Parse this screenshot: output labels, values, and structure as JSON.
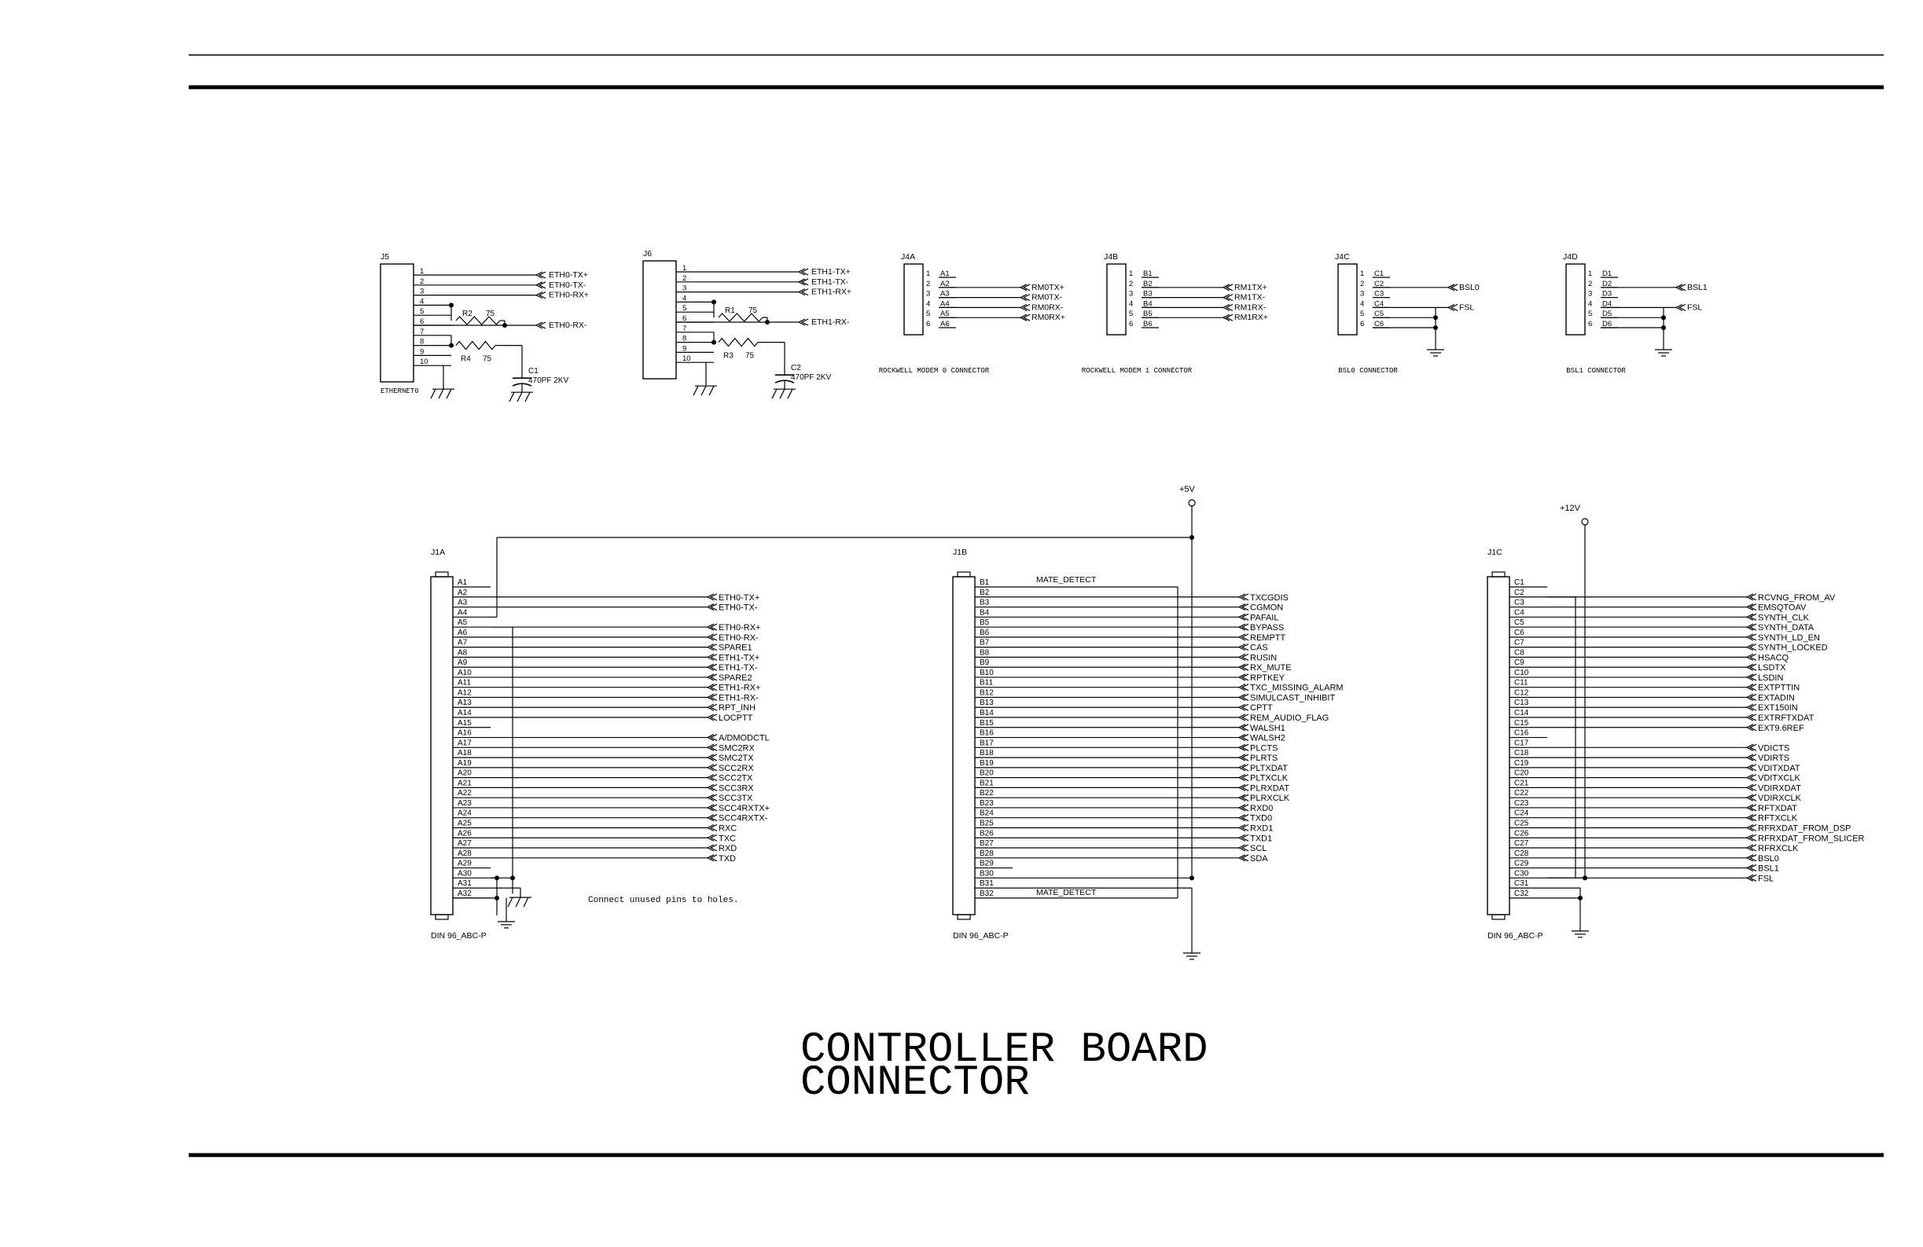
{
  "title": [
    "CONTROLLER BOARD",
    "CONNECTOR"
  ],
  "note": "Connect unused pins to holes.",
  "rails": {
    "p5v": "+5V",
    "p12v": "+12V"
  },
  "eth": [
    {
      "ref": "J5",
      "caption": "ETHERNET0",
      "nets": [
        "ETH0-TX+",
        "ETH0-TX-",
        "ETH0-RX+",
        "ETH0-RX-"
      ],
      "resistors": [
        {
          "ref": "R2",
          "value": "75"
        },
        {
          "ref": "R4",
          "value": "75"
        }
      ],
      "cap": {
        "ref": "C1",
        "value": "470PF 2KV"
      }
    },
    {
      "ref": "J6",
      "caption": "",
      "nets": [
        "ETH1-TX+",
        "ETH1-TX-",
        "ETH1-RX+",
        "ETH1-RX-"
      ],
      "resistors": [
        {
          "ref": "R1",
          "value": "75"
        },
        {
          "ref": "R3",
          "value": "75"
        }
      ],
      "cap": {
        "ref": "C2",
        "value": "470PF 2KV"
      }
    }
  ],
  "small": [
    {
      "ref": "J4A",
      "caption": "ROCKWELL MODEM 0 CONNECTOR",
      "pins": [
        "A1",
        "A2",
        "A3",
        "A4",
        "A5",
        "A6"
      ],
      "nets": [
        "",
        "RM0TX+",
        "RM0TX-",
        "RM0RX-",
        "RM0RX+",
        ""
      ]
    },
    {
      "ref": "J4B",
      "caption": "ROCKWELL MODEM 1 CONNECTOR",
      "pins": [
        "B1",
        "B2",
        "B3",
        "B4",
        "B5",
        "B6"
      ],
      "nets": [
        "",
        "RM1TX+",
        "RM1TX-",
        "RM1RX-",
        "RM1RX+",
        ""
      ]
    },
    {
      "ref": "J4C",
      "caption": "BSL0 CONNECTOR",
      "pins": [
        "C1",
        "C2",
        "C3",
        "C4",
        "C5",
        "C6"
      ],
      "nets": [
        "",
        "BSL0",
        "",
        "FSL",
        "",
        ""
      ]
    },
    {
      "ref": "J4D",
      "caption": "BSL1 CONNECTOR",
      "pins": [
        "D1",
        "D2",
        "D3",
        "D4",
        "D5",
        "D6"
      ],
      "nets": [
        "",
        "BSL1",
        "",
        "FSL",
        "",
        ""
      ]
    }
  ],
  "big": [
    {
      "ref": "J1A",
      "part": "DIN 96_ABC-P",
      "prefix": "A",
      "nets": [
        "",
        "ETH0-TX+",
        "ETH0-TX-",
        "",
        "ETH0-RX+",
        "ETH0-RX-",
        "SPARE1",
        "ETH1-TX+",
        "ETH1-TX-",
        "SPARE2",
        "ETH1-RX+",
        "ETH1-RX-",
        "RPT_INH",
        "LOCPTT",
        "",
        "A/DMODCTL",
        "SMC2RX",
        "SMC2TX",
        "SCC2RX",
        "SCC2TX",
        "SCC3RX",
        "SCC3TX",
        "SCC4RXTX+",
        "SCC4RXTX-",
        "RXC",
        "TXC",
        "RXD",
        "TXD",
        "",
        "",
        "",
        ""
      ]
    },
    {
      "ref": "J1B",
      "part": "DIN 96_ABC-P",
      "prefix": "B",
      "wire_label": "MATE_DETECT",
      "nets": [
        "",
        "TXCGDIS",
        "CGMON",
        "PAFAIL",
        "BYPASS",
        "REMPTT",
        "CAS",
        "RUSIN",
        "RX_MUTE",
        "RPTKEY",
        "TXC_MISSING_ALARM",
        "SIMULCAST_INHIBIT",
        "CPTT",
        "REM_AUDIO_FLAG",
        "WALSH1",
        "WALSH2",
        "PLCTS",
        "PLRTS",
        "PLTXDAT",
        "PLTXCLK",
        "PLRXDAT",
        "PLRXCLK",
        "RXD0",
        "TXD0",
        "RXD1",
        "TXD1",
        "SCL",
        "SDA",
        "",
        "",
        "",
        ""
      ]
    },
    {
      "ref": "J1C",
      "part": "DIN 96_ABC-P",
      "prefix": "C",
      "nets": [
        "",
        "RCVNG_FROM_AV",
        "EMSQTOAV",
        "SYNTH_CLK",
        "SYNTH_DATA",
        "SYNTH_LD_EN",
        "SYNTH_LOCKED",
        "HSACQ",
        "LSDTX",
        "LSDIN",
        "EXTPTTIN",
        "EXTADIN",
        "EXT150IN",
        "EXTRFTXDAT",
        "EXT9.6REF",
        "",
        "VDICTS",
        "VDIRTS",
        "VDITXDAT",
        "VDITXCLK",
        "VDIRXDAT",
        "VDIRXCLK",
        "RFTXDAT",
        "RFTXCLK",
        "RFRXDAT_FROM_DSP",
        "RFRXDAT_FROM_SLICER",
        "RFRXCLK",
        "BSL0",
        "BSL1",
        "FSL",
        "",
        ""
      ]
    }
  ]
}
